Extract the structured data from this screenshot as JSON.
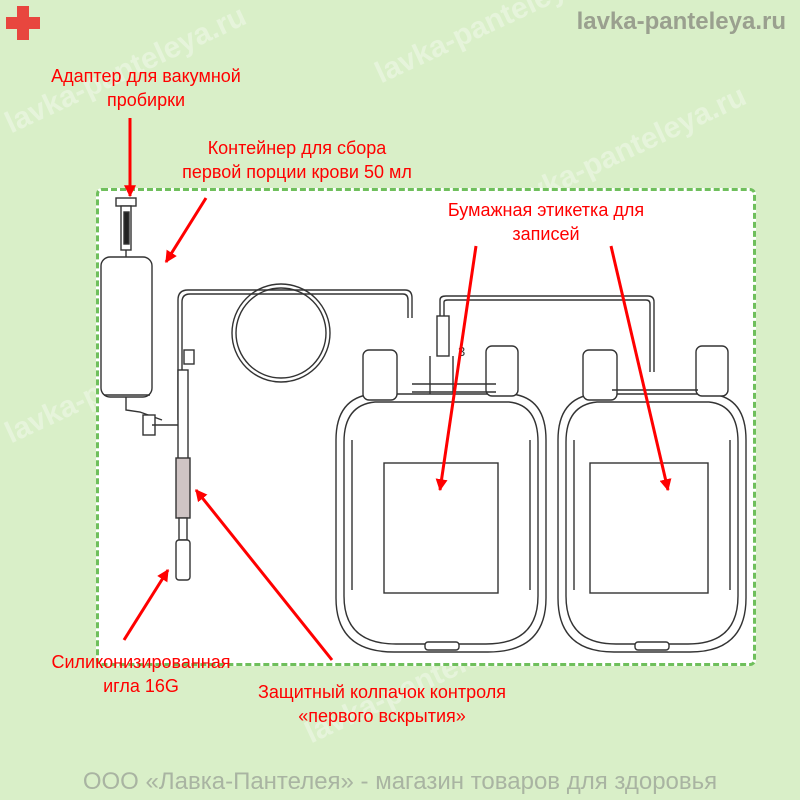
{
  "header": {
    "site": "lavka-panteleya.ru",
    "cross_color": "#e8463e"
  },
  "watermark": "lavka-panteleya.ru",
  "labels": {
    "adapter": "Адаптер для вакумной\nпробирки",
    "container": "Контейнер для сбора\nпервой порции крови 50 мл",
    "paper_label": "Бумажная этикетка для\nзаписей",
    "needle": "Силиконизированная\nигла 16G",
    "cap": "Защитный колпачок контроля\n«первого вскрытия»"
  },
  "diagram": {
    "port_number": "3"
  },
  "footer": "ООО «Лавка-Пантелея» - магазин товаров для здоровья",
  "colors": {
    "background": "#d9efc8",
    "label": "#ff0000",
    "arrow": "#ff0000",
    "panel_border": "#6fbf5c",
    "drawing": "#333333"
  }
}
